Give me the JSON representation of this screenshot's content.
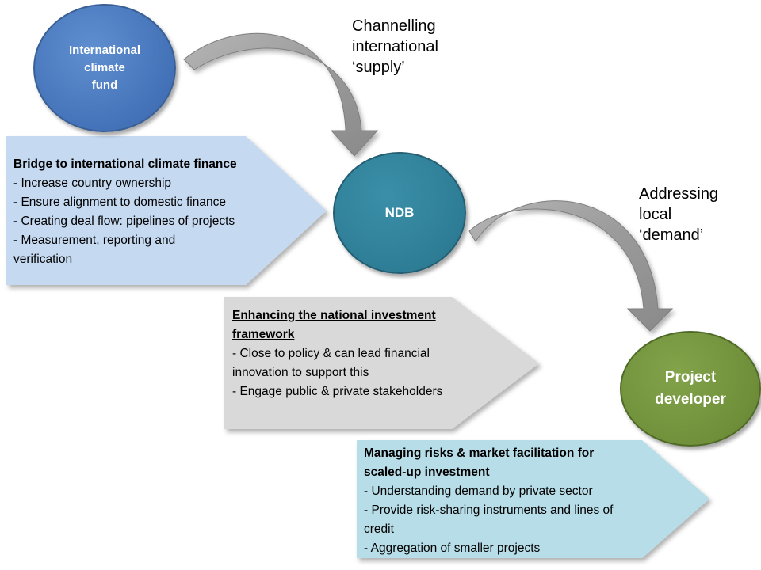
{
  "nodes": {
    "fund": {
      "label": "International\nclimate\nfund",
      "color": "#4472B8"
    },
    "ndb": {
      "label": "NDB",
      "color": "#2E7D96"
    },
    "developer": {
      "label": "Project\ndeveloper",
      "color": "#6F8F3A"
    }
  },
  "annotations": {
    "supply": "Channelling\ninternational\n‘supply’",
    "demand": "Addressing\nlocal\n‘demand’"
  },
  "panels": {
    "bridge": {
      "color": "#C5D9F1",
      "heading": "Bridge to international climate finance",
      "items": [
        "- Increase country ownership",
        "- Ensure alignment to domestic finance",
        "- Creating deal flow: pipelines of projects",
        "- Measurement, reporting and",
        "verification"
      ]
    },
    "framework": {
      "color": "#D9D9D9",
      "heading": "Enhancing the national investment",
      "heading2": "framework",
      "items": [
        "- Close to policy & can lead financial",
        "innovation to support this",
        "- Engage public & private stakeholders"
      ]
    },
    "risks": {
      "color": "#B7DDE8",
      "heading": "Managing risks & market facilitation for",
      "heading2": "scaled-up investment",
      "items": [
        "- Understanding demand by private sector",
        "- Provide risk-sharing instruments and lines of",
        "credit",
        "- Aggregation of smaller projects"
      ]
    }
  }
}
